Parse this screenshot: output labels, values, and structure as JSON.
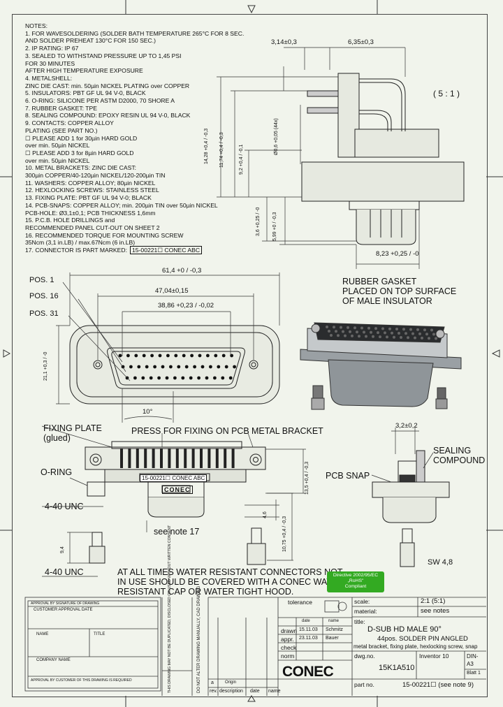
{
  "notes": {
    "header": "NOTES:",
    "lines": [
      "1. FOR WAVESOLDERING (SOLDER BATH TEMPERATURE 265°C FOR 8 SEC.",
      "    AND SOLDER PREHEAT 130°C FOR 150 SEC.)",
      "2. IP RATING: IP 67",
      "3. SEALED TO WITHSTAND PRESSURE UP TO 1,45 PSI",
      "    FOR 30 MINUTES",
      "    AFTER HIGH TEMPERATURE EXPOSURE",
      "4. METALSHELL:",
      "    ZINC DIE CAST: min. 50µin NICKEL PLATING over COPPER",
      "5. INSULATORS: PBT GF UL 94 V-0, BLACK",
      "6. O-RING: SILICONE PER ASTM D2000, 70 SHORE A",
      "7. RUBBER GASKET: TPE",
      "8. SEALING COMPOUND: EPOXY RESIN UL 94 V-0, BLACK",
      "9. CONTACTS: COPPER ALLOY",
      "    PLATING (SEE PART NO.)",
      "    ☐ PLEASE ADD 1 for 30µin HARD GOLD",
      "        over min. 50µin NICKEL",
      "    ☐ PLEASE ADD 3 for 8µin HARD GOLD",
      "        over min. 50µin NICKEL",
      "10. METAL BRACKETS: ZINC DIE CAST:",
      "    300µin COPPER/40-120µin NICKEL/120-200µin TIN",
      "11. WASHERS: COPPER ALLOY; 80µin NICKEL",
      "12. HEXLOCKING SCREWS: STAINLESS STEEL",
      "13. FIXING PLATE: PBT GF UL 94 V-0; BLACK",
      "14. PCB-SNAPS: COPPER ALLOY; min. 200µin TIN over 50µin NICKEL",
      "    PCB-HOLE: Ø3,1±0,1; PCB THICKNESS 1,6mm",
      "15. P.C.B. HOLE DRILLINGS and",
      "    RECOMMENDED PANEL CUT-OUT ON SHEET 2",
      "16. RECOMMENDED TORQUE FOR MOUNTING SCREW",
      "    35Ncm (3,1 in.LB) / max.67Ncm (6 in.LB)",
      "17. CONNECTOR IS PART MARKED:"
    ],
    "marking": "15-00221☐  CONEC ABC"
  },
  "dims": {
    "d314": "3,14±0,3",
    "d635": "6,35±0,3",
    "scale": "( 5 : 1 )",
    "h1428": "14,28 +0,4 / -0,3",
    "h1174": "11,74 +0,4 / -0,3",
    "h92": "9,2 +0,4 / -0,1",
    "pin": "Ø0,6 +0,05 (44x)",
    "h36": "3,6 +0,25 / -0",
    "h599": "5,99 +0 / -0,3",
    "d823": "8,23 +0,25 / -0",
    "w614": "61,4 +0 / -0,3",
    "w4704": "47,04±0,15",
    "w3886": "38,86 +0,23 / -0,02",
    "h211": "21,1 +0,3 / -0",
    "a10": "10°",
    "d32": "3,2±0,2",
    "h135": "13,5 +0,4 / -0,3",
    "h46": "4,6",
    "h1075": "10,75 +0,4 / -0,3",
    "h94": "9,4",
    "sw": "SW 4,8"
  },
  "labels": {
    "pos1": "POS. 1",
    "pos16": "POS. 16",
    "pos31": "POS. 31",
    "gasket": "RUBBER GASKET\nPLACED ON TOP SURFACE\nOF MALE INSULATOR",
    "fixing": "FIXING PLATE\n(glued)",
    "press": "PRESS FOR FIXING ON PCB",
    "bracket": "METAL BRACKET",
    "oring": "O-RING",
    "unc1": "4-40 UNC",
    "unc2": "4-40 UNC",
    "note17": "see note 17",
    "pcbsnap": "PCB SNAP",
    "sealing": "SEALING\nCOMPOUND",
    "warning": "AT ALL TIMES WATER RESISTANT CONNECTORS NOT\nIN USE SHOULD BE COVERED WITH A CONEC WATER\nRESISTANT CAP OR WATER TIGHT HOOD.",
    "rohs": "Directive 2002/95/EC\n„RoHS\"\nCompliant",
    "marking_small": "15-00221☐  CONEC ABC",
    "conec_small": "CONEC"
  },
  "titleblock": {
    "tolerance": "tolerance",
    "scale_lbl": "scale:",
    "scale_val": "2:1 (5:1)",
    "material_lbl": "material:",
    "material_val": "see notes",
    "date_lbl": "date",
    "name_lbl": "name",
    "drawn_lbl": "drawn",
    "drawn_date": "15.11.03",
    "drawn_name": "Schmitz",
    "appr_lbl": "appr.",
    "appr_date": "23.11.03",
    "appr_name": "Bauer",
    "check_lbl": "check",
    "norm_lbl": "norm",
    "title_lbl": "title:",
    "title1": "D-SUB HD MALE 90°",
    "title2": "44pos. SOLDER PIN ANGLED",
    "title3": "metal bracket, fixing plate, hexlocking screw, snap",
    "dwg_lbl": "dwg.no.",
    "inventor": "Inventor 10",
    "din": "DIN-A3",
    "dwgno": "15K1A510",
    "sheet": "Blatt 1",
    "partno_lbl": "part no.",
    "partno": "15-00221☐ (see note 9)",
    "rev_lbl": "rev.",
    "desc_lbl": "description",
    "date2_lbl": "date",
    "name2_lbl": "name",
    "rev_a": "a",
    "origin": "Origin",
    "logo": "CONEC",
    "approval_lbl": "CUSTOMER APPROVAL DATE",
    "name_field": "NAME",
    "title_field": "TITLE",
    "company_field": "COMPANY NAME",
    "approval_note": "APPROVAL BY SIGNATURE OF DRAWING",
    "approval_note2": "APPROVAL BY CUSTOMER OF THIS DRAWING IS REQUIRED",
    "legal": "THIS DRAWING MAY NOT BE DUPLICATED, DISCLOSED OR USED WITHOUT WRITTEN CONSENT",
    "legal2": "DO NOT ALTER DRAWING MANUALLY, CAD DRAWING"
  }
}
